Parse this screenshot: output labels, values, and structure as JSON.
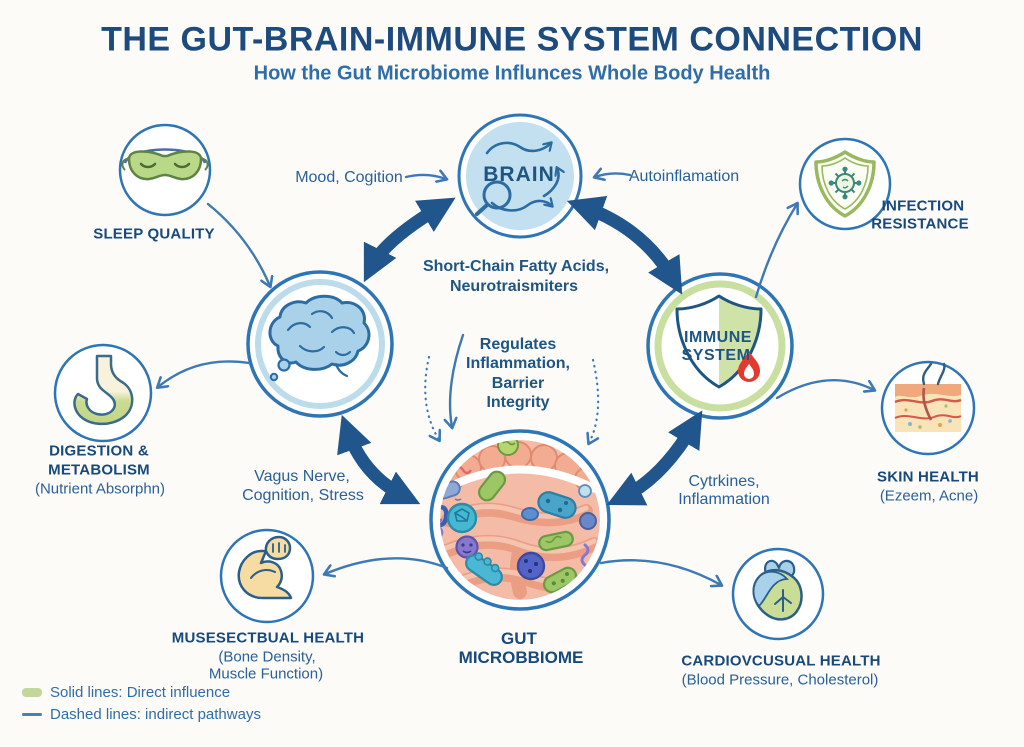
{
  "title": "THE GUT-BRAIN-IMMUNE SYSTEM CONNECTION",
  "subtitle": "How the Gut Microbiome Influnces Whole Body Health",
  "nodes": {
    "brain": {
      "label": "BRAIN"
    },
    "immune": {
      "line1": "IMMUNE",
      "line2": "SYSTEM"
    },
    "gut": {
      "line1": "GUT",
      "line2": "MICROBBIOME"
    },
    "sleep": {
      "label": "SLEEP QUALITY"
    },
    "infection": {
      "line1": "INFECTION",
      "line2": "RESISTANCE"
    },
    "digestion": {
      "line1": "DIGESTION &",
      "line2": "METABOLISM",
      "line3": "(Nutrient Absorphn)"
    },
    "skin": {
      "line1": "SKIN HEALTH",
      "line2": "(Ezeem, Acne)"
    },
    "musculoskeletal": {
      "line1": "MUSESECTBUAL HEALTH",
      "line2": "(Bone Density,",
      "line3": "Muscle Function)"
    },
    "cardiovascular": {
      "line1": "CARDIOVCUSUAL HEALTH",
      "line2": "(Blood Pressure, Cholesterol)"
    }
  },
  "edges": {
    "mood": "Mood, Cogition",
    "autoinflammation": "Autoinflamation",
    "scfa_line1": "Short-Chain Fatty Acids,",
    "scfa_line2": "Neurotraismiters",
    "regulates_line1": "Regulates",
    "regulates_line2": "Inflammation,",
    "regulates_line3": "Barrier",
    "regulates_line4": "Integrity",
    "vagus_line1": "Vagus Nerve,",
    "vagus_line2": "Cognition, Stress",
    "cytokines_line1": "Cytrkines,",
    "cytokines_line2": "Inflammation"
  },
  "legend": {
    "solid": "Solid lines: Direct influence",
    "dashed": "Dashed lines: indirect pathways"
  },
  "icons": {
    "sleep": "sleep-mask-icon",
    "brain_hub": "brain-pathways-icon",
    "infection": "shield-virus-icon",
    "brain_left": "brain-icon",
    "immune": "shield-flame-icon",
    "digestion": "stomach-icon",
    "skin": "skin-layers-icon",
    "gut": "gut-microbes-icon",
    "musculoskeletal": "flexed-arm-icon",
    "cardiovascular": "heart-icon"
  },
  "colors": {
    "title_blue": "#1e4b7d",
    "text_blue": "#2a6099",
    "thick_arrow": "#20568c",
    "thin_arrow": "#3d7ab5",
    "circle_stroke": "#2e75b6",
    "brain_fill": "#c2e0ef",
    "green_accent": "#c3d79b",
    "flame_red": "#e6392e",
    "gut_salmon": "#f4bca6"
  }
}
